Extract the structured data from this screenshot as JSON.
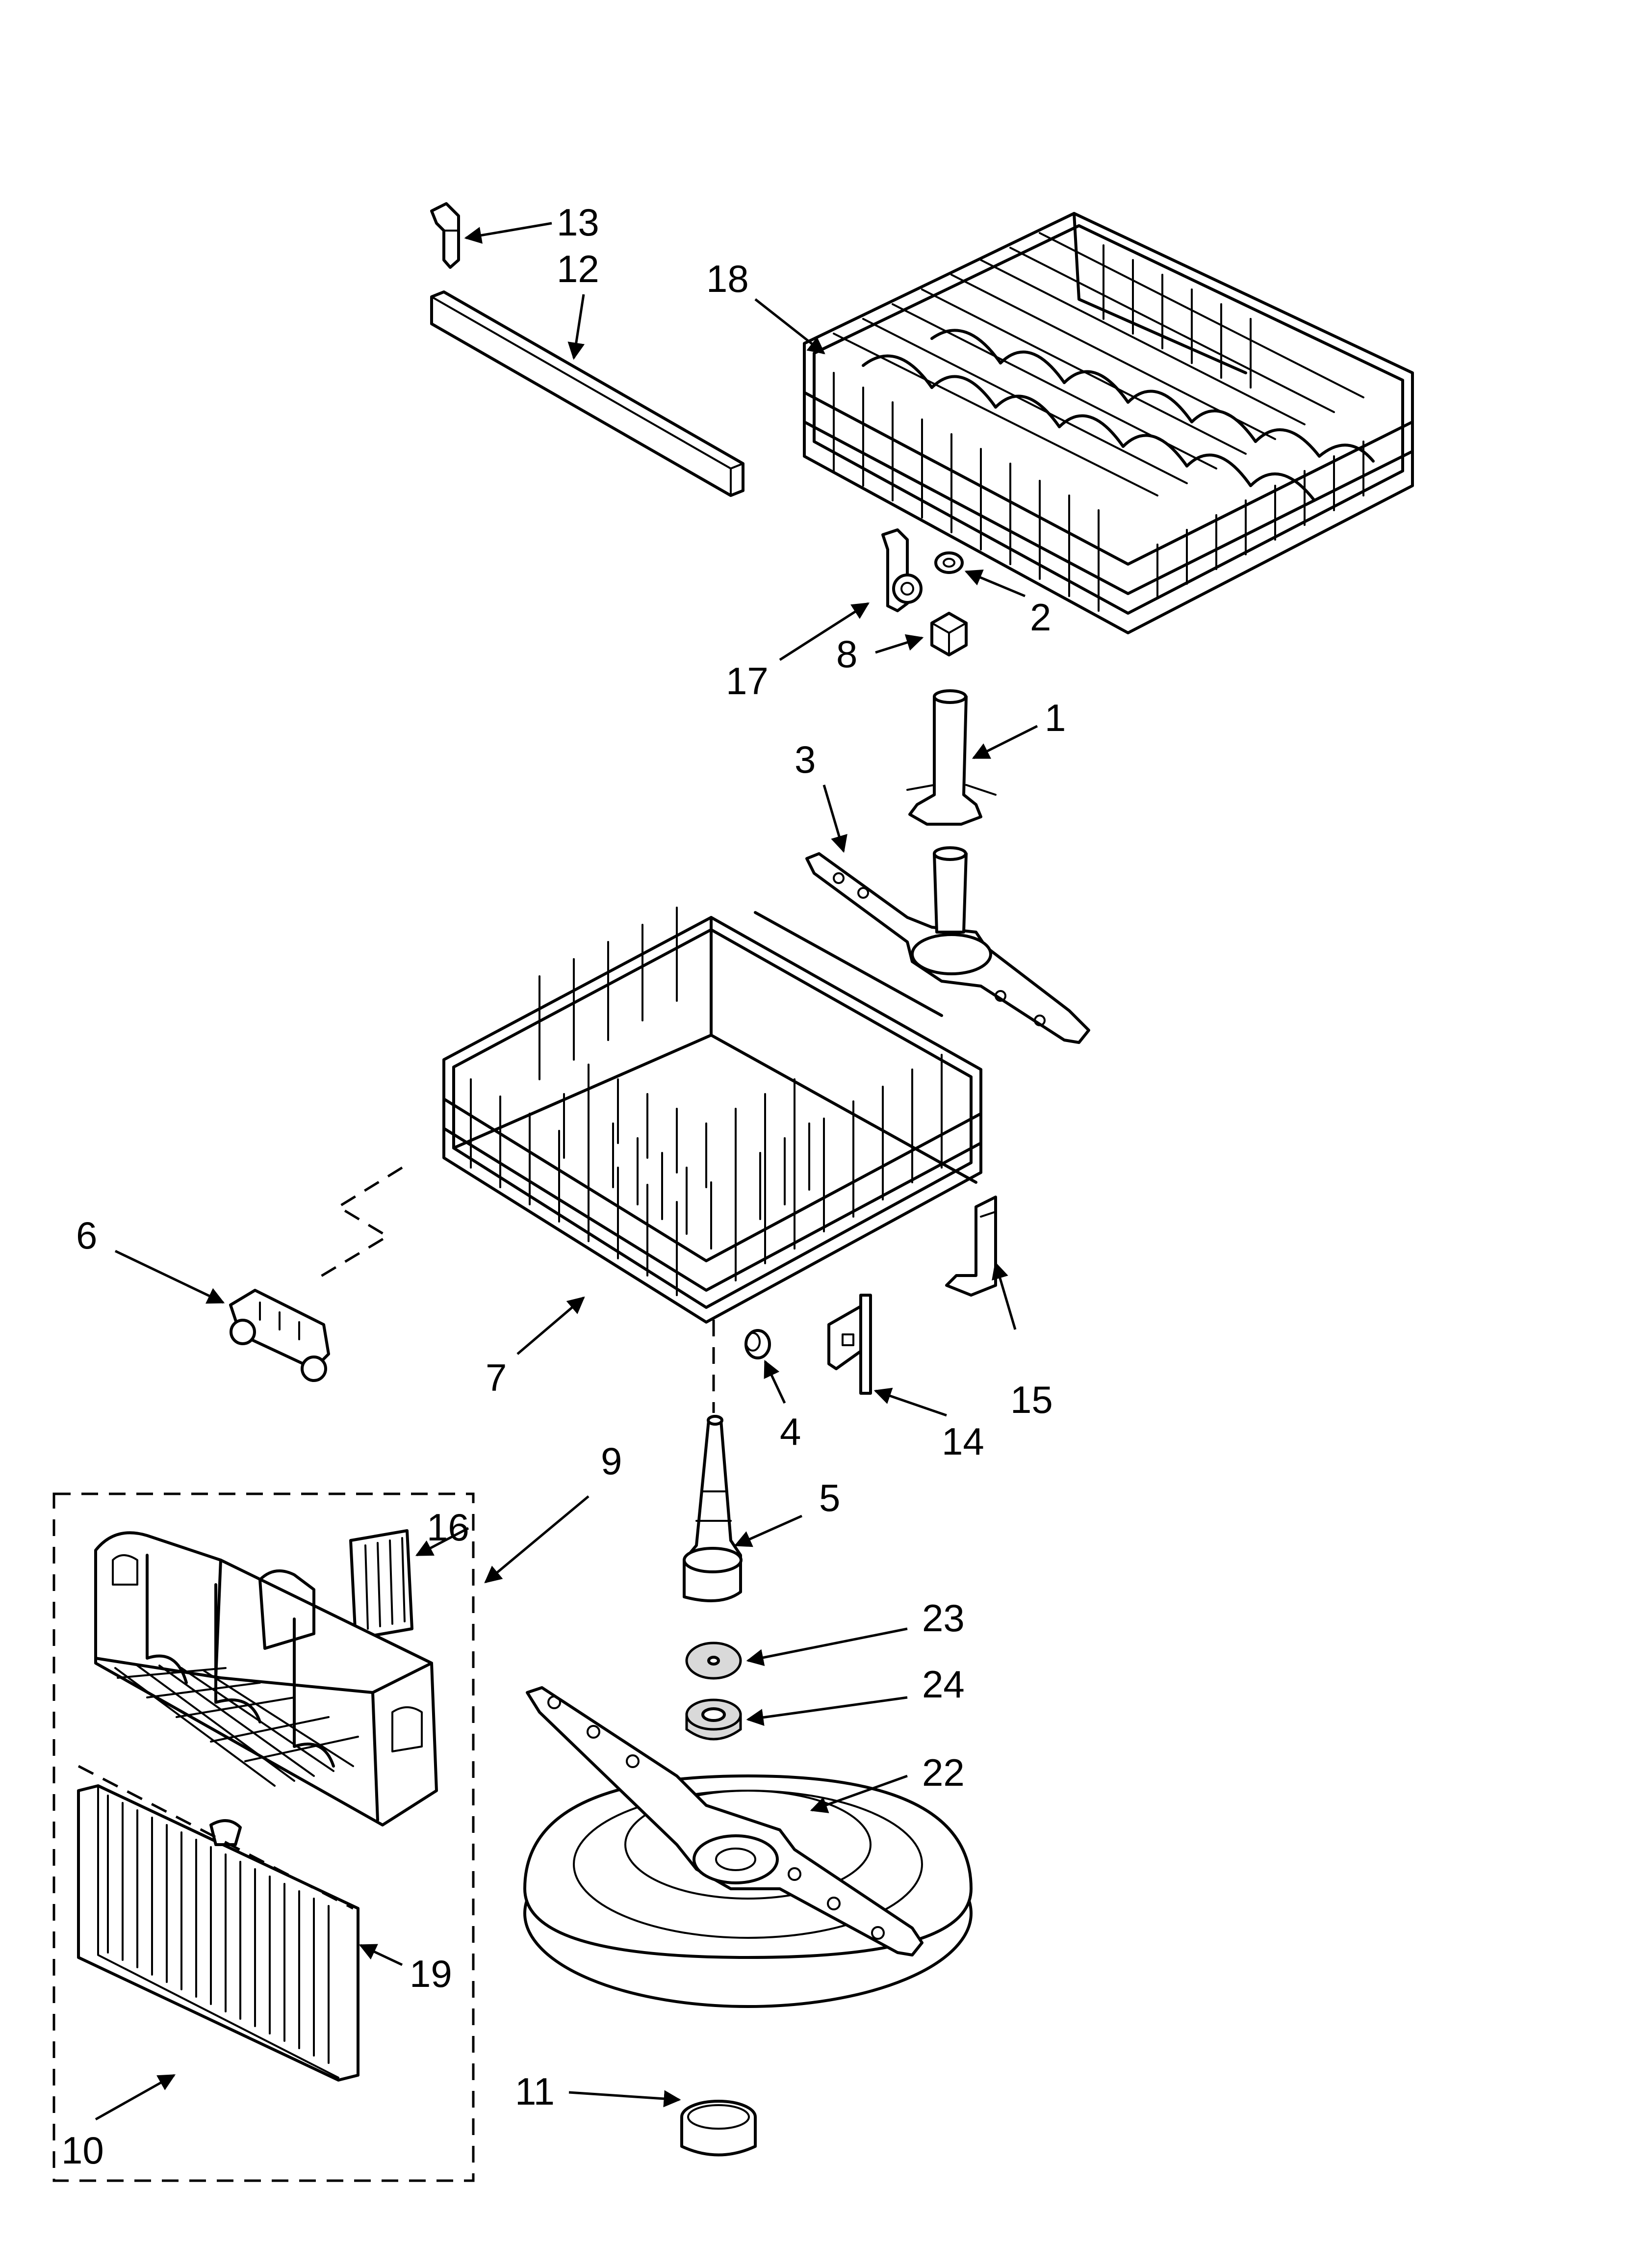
{
  "diagram": {
    "callouts": [
      {
        "id": "13",
        "text": "13"
      },
      {
        "id": "12",
        "text": "12"
      },
      {
        "id": "18",
        "text": "18"
      },
      {
        "id": "2",
        "text": "2"
      },
      {
        "id": "17",
        "text": "17"
      },
      {
        "id": "8",
        "text": "8"
      },
      {
        "id": "1",
        "text": "1"
      },
      {
        "id": "3",
        "text": "3"
      },
      {
        "id": "6",
        "text": "6"
      },
      {
        "id": "7",
        "text": "7"
      },
      {
        "id": "4",
        "text": "4"
      },
      {
        "id": "14",
        "text": "14"
      },
      {
        "id": "15",
        "text": "15"
      },
      {
        "id": "9",
        "text": "9"
      },
      {
        "id": "16",
        "text": "16"
      },
      {
        "id": "5",
        "text": "5"
      },
      {
        "id": "23",
        "text": "23"
      },
      {
        "id": "24",
        "text": "24"
      },
      {
        "id": "22",
        "text": "22"
      },
      {
        "id": "19",
        "text": "19"
      },
      {
        "id": "10",
        "text": "10"
      },
      {
        "id": "11",
        "text": "11"
      }
    ]
  }
}
